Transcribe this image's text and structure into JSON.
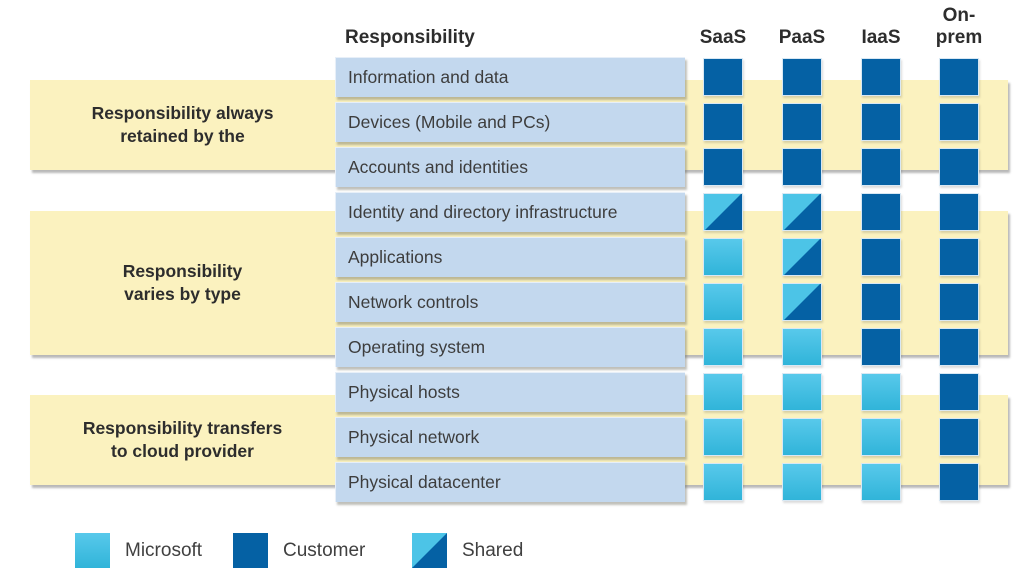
{
  "header": {
    "responsibility_label": "Responsibility",
    "columns": [
      {
        "label": "SaaS",
        "lines": [
          "SaaS"
        ]
      },
      {
        "label": "PaaS",
        "lines": [
          "PaaS"
        ]
      },
      {
        "label": "IaaS",
        "lines": [
          "IaaS"
        ]
      },
      {
        "label": "On-prem",
        "lines": [
          "On-",
          "prem"
        ]
      }
    ]
  },
  "bands": [
    {
      "label": "Responsibility always retained by the",
      "lines": [
        "Responsibility always",
        "retained by the"
      ]
    },
    {
      "label": "Responsibility varies by type",
      "lines": [
        "Responsibility",
        "varies by type"
      ]
    },
    {
      "label": "Responsibility transfers to cloud provider",
      "lines": [
        "Responsibility transfers",
        "to cloud provider"
      ]
    }
  ],
  "rows": [
    {
      "label": "Information and data",
      "cells": [
        "customer",
        "customer",
        "customer",
        "customer"
      ]
    },
    {
      "label": "Devices (Mobile and PCs)",
      "cells": [
        "customer",
        "customer",
        "customer",
        "customer"
      ]
    },
    {
      "label": "Accounts and identities",
      "cells": [
        "customer",
        "customer",
        "customer",
        "customer"
      ]
    },
    {
      "label": "Identity and directory infrastructure",
      "cells": [
        "shared",
        "shared",
        "customer",
        "customer"
      ]
    },
    {
      "label": "Applications",
      "cells": [
        "microsoft",
        "shared",
        "customer",
        "customer"
      ]
    },
    {
      "label": "Network controls",
      "cells": [
        "microsoft",
        "shared",
        "customer",
        "customer"
      ]
    },
    {
      "label": "Operating system",
      "cells": [
        "microsoft",
        "microsoft",
        "customer",
        "customer"
      ]
    },
    {
      "label": "Physical hosts",
      "cells": [
        "microsoft",
        "microsoft",
        "microsoft",
        "customer"
      ]
    },
    {
      "label": "Physical network",
      "cells": [
        "microsoft",
        "microsoft",
        "microsoft",
        "customer"
      ]
    },
    {
      "label": "Physical datacenter",
      "cells": [
        "microsoft",
        "microsoft",
        "microsoft",
        "customer"
      ]
    }
  ],
  "legend": [
    {
      "label": "Microsoft",
      "type": "microsoft"
    },
    {
      "label": "Customer",
      "type": "customer"
    },
    {
      "label": "Shared",
      "type": "shared"
    }
  ],
  "colors": {
    "customer_blue": "#0561a4",
    "microsoft_cyan_top": "#58c9eb",
    "microsoft_cyan_bottom": "#30b4d9",
    "band_yellow": "#fbf2bf",
    "row_fill_blue": "#c3d8ee"
  }
}
